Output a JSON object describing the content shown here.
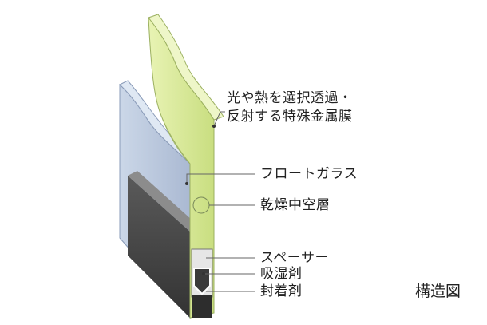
{
  "labels": {
    "coating_line1": "光や熱を選択透過・",
    "coating_line2": "反射する特殊金属膜",
    "float_glass": "フロートガラス",
    "dry_air_layer": "乾燥中空層",
    "spacer": "スペーサー",
    "desiccant": "吸湿剤",
    "sealant": "封着剤"
  },
  "caption": "構造図",
  "colors": {
    "coated_glass": "#d9ec9a",
    "inner_glass": "#b9c9de",
    "frame": "#4e4e4e",
    "leader": "#666666"
  }
}
